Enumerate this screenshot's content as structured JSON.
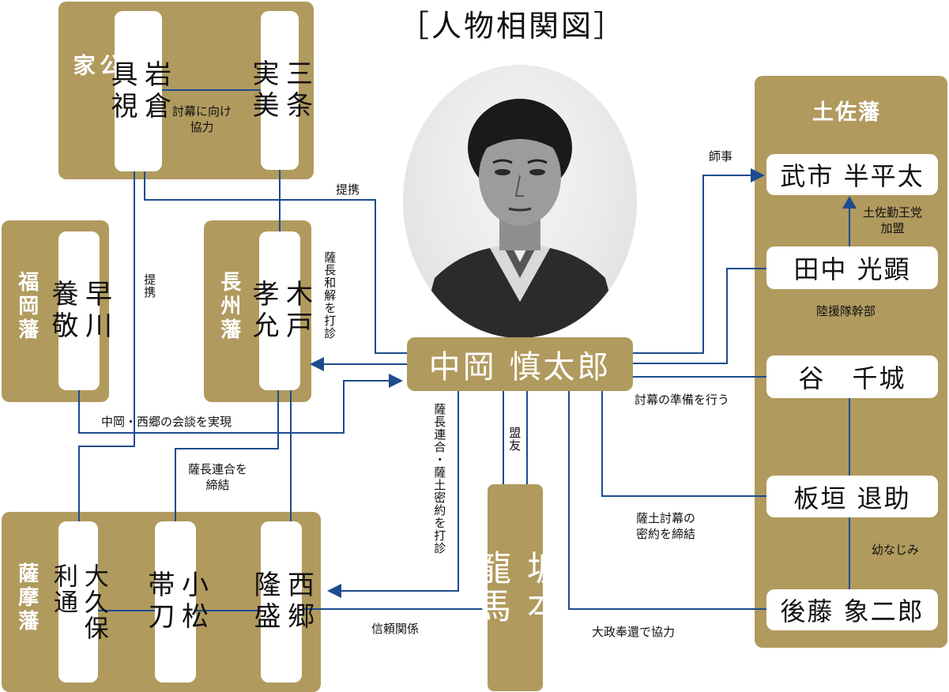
{
  "title": "［人物相関図］",
  "central": {
    "name": "中岡 慎太郎",
    "photo_icon": "portrait-photo"
  },
  "ryoma": {
    "name": "坂本\n龍馬"
  },
  "groups": {
    "kuge": {
      "label": "公\n家",
      "members": {
        "iwakura": "岩倉\n具視",
        "sanjo": "三条\n実美"
      }
    },
    "fukuoka": {
      "label": "福岡藩",
      "members": {
        "hayakawa": "早川\n養敬"
      }
    },
    "choshu": {
      "label": "長州藩",
      "members": {
        "kido": "木戸\n孝允"
      }
    },
    "satsuma": {
      "label": "薩摩藩",
      "members": {
        "okubo": "大久保\n利通",
        "komatsu": "小松\n帯刀",
        "saigo": "西郷\n隆盛"
      }
    },
    "tosa": {
      "label": "土佐藩",
      "members": {
        "takechi": "武市 半平太",
        "tanaka": "田中 光顕",
        "tani": "谷　千城",
        "itagaki": "板垣 退助",
        "goto": "後藤 象二郎"
      }
    }
  },
  "relations": {
    "tobaku_kyoryoku": "討幕に向け\n協力",
    "teikei_top": "提携",
    "teikei_left": "提携",
    "satcho_wakai": "薩長和解を打診",
    "domei": "盟友",
    "satcho_rengo_mitsuyaku": "薩長連合・薩土密約を打診",
    "kaidan": "中岡・西郷の会談を実現",
    "rengo_teiketsu": "薩長連合を\n締結",
    "shiji": "師事",
    "kanmei": "土佐勤王党\n加盟",
    "kanbu": "陸援隊幹部",
    "junbi": "討幕の準備を行う",
    "mitsuyaku_teiketsu": "薩土討幕の\n密約を締結",
    "osananajimi": "幼なじみ",
    "shinrai": "信頼関係",
    "taisei_hokan": "大政奉還で協力"
  },
  "colors": {
    "gold": "#b09a5e",
    "line": "#1d4c8e",
    "card": "#ffffff"
  }
}
